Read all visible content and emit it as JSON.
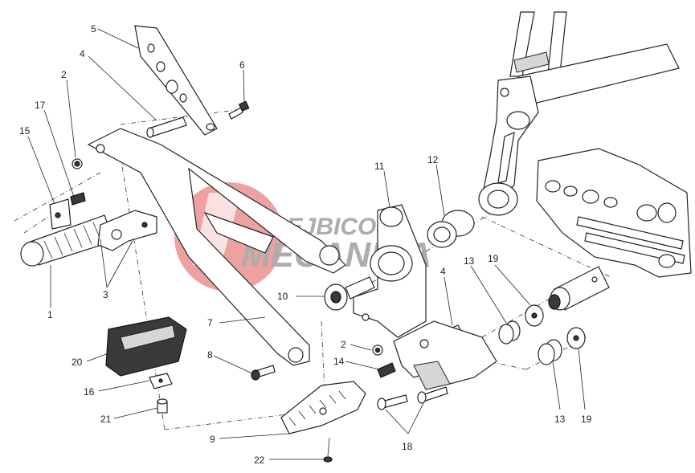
{
  "watermark": {
    "line1": "REJBICOS",
    "line2": "MECANICA",
    "circle_color": "#e05555",
    "text_color": "#6b6b6b"
  },
  "callouts": [
    "5",
    "4",
    "6",
    "2",
    "17",
    "15",
    "3",
    "1",
    "11",
    "12",
    "13",
    "19",
    "4",
    "2",
    "14",
    "10",
    "7",
    "8",
    "20",
    "16",
    "21",
    "9",
    "22",
    "18",
    "13",
    "19"
  ],
  "colors": {
    "line": "#222222",
    "rubber": "#3a3a3a"
  }
}
